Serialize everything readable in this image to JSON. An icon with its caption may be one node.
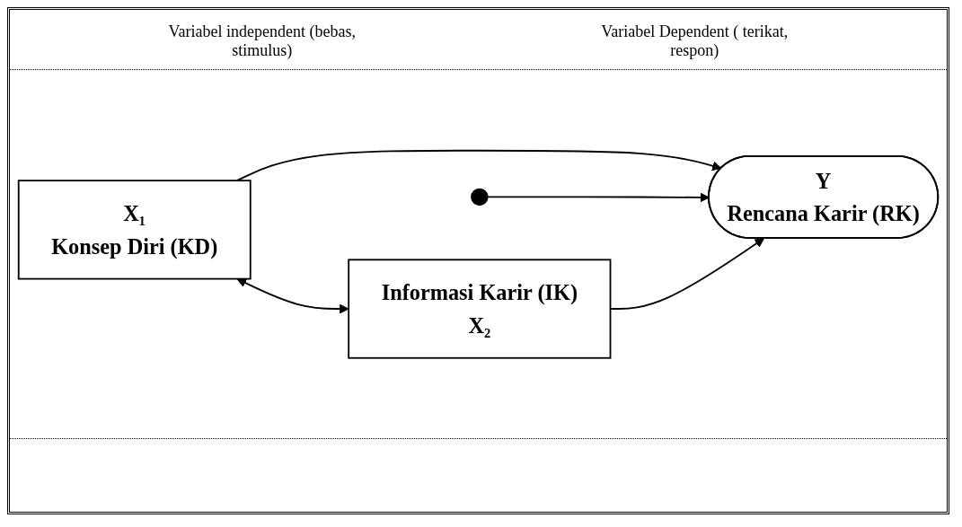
{
  "diagram": {
    "nodes": [
      {
        "text": [
          "X₁",
          "Konsep Diri (KD)"
        ]
      },
      {
        "text": [
          "Informasi Karir (IK)",
          "X₂"
        ]
      },
      {
        "text": [
          "Y",
          "Rencana Karir (RK)"
        ]
      }
    ],
    "edges": [
      {
        "from": 0,
        "to": 1,
        "arrow": "both"
      },
      {
        "from": 0,
        "to": 2,
        "arrow": "to"
      },
      {
        "from": null,
        "to": 2,
        "arrow": "to"
      },
      {
        "from": 1,
        "to": 2,
        "arrow": "to"
      }
    ],
    "labels": [
      "Variabel independent (bebas, stimulus)",
      "Variabel Dependent ( terikat, respon)"
    ]
  }
}
